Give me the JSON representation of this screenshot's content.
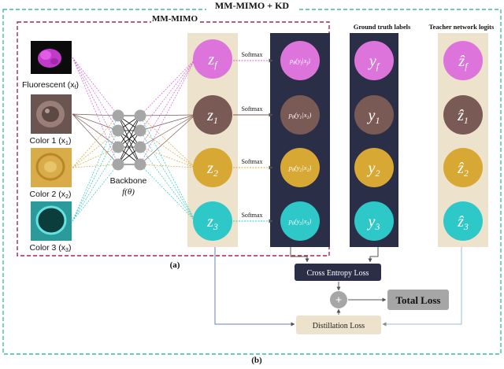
{
  "outer_title": "MM-MIMO + KD",
  "inner_title": "MM-MIMO",
  "inputs": [
    {
      "label": "Fluorescent (x",
      "sub": "f",
      "close": ")"
    },
    {
      "label": "Color 1 (x",
      "sub": "1",
      "close": ")"
    },
    {
      "label": "Color 2 (x",
      "sub": "2",
      "close": ")"
    },
    {
      "label": "Color 3 (x",
      "sub": "3",
      "close": ")"
    }
  ],
  "backbone": {
    "label": "Backbone",
    "func": "f(θ)"
  },
  "logits": [
    {
      "name": "z",
      "sub": "f",
      "color": "#dc74dc"
    },
    {
      "name": "z",
      "sub": "1",
      "color": "#7a5a55"
    },
    {
      "name": "z",
      "sub": "2",
      "color": "#d8a835"
    },
    {
      "name": "z",
      "sub": "3",
      "color": "#2ec8c8"
    }
  ],
  "softmax_label": "Softmax",
  "probs": [
    {
      "text": "p",
      "theta": "θ",
      "arg": "(y",
      "sub": "f",
      "given": "|x",
      "sub2": "f",
      "close": ")"
    },
    {
      "text": "p",
      "theta": "θ",
      "arg": "(y",
      "sub": "1",
      "given": "|x",
      "sub2": "1",
      "close": ")"
    },
    {
      "text": "p",
      "theta": "θ",
      "arg": "(y",
      "sub": "2",
      "given": "|x",
      "sub2": "2",
      "close": ")"
    },
    {
      "text": "p",
      "theta": "θ",
      "arg": "(y",
      "sub": "3",
      "given": "|x",
      "sub2": "3",
      "close": ")"
    }
  ],
  "ground_truth": {
    "title": "Ground truth labels",
    "items": [
      {
        "name": "y",
        "sub": "f"
      },
      {
        "name": "y",
        "sub": "1"
      },
      {
        "name": "y",
        "sub": "2"
      },
      {
        "name": "y",
        "sub": "3"
      }
    ]
  },
  "teacher": {
    "title": "Teacher network logits",
    "items": [
      {
        "name": "ẑ",
        "sub": "f"
      },
      {
        "name": "ẑ",
        "sub": "1"
      },
      {
        "name": "ẑ",
        "sub": "2"
      },
      {
        "name": "ẑ",
        "sub": "3"
      }
    ]
  },
  "losses": {
    "cross_entropy": "Cross Entropy Loss",
    "plus": "+",
    "total": "Total Loss",
    "distillation": "Distillation Loss"
  },
  "captions": {
    "a": "(a)",
    "b": "(b)"
  },
  "colors": {
    "navy": "#2a2f47",
    "beige": "#ede3cc",
    "crimson": "#a3284a",
    "green": "#3fbf9a",
    "gray": "#a6a6a6"
  }
}
